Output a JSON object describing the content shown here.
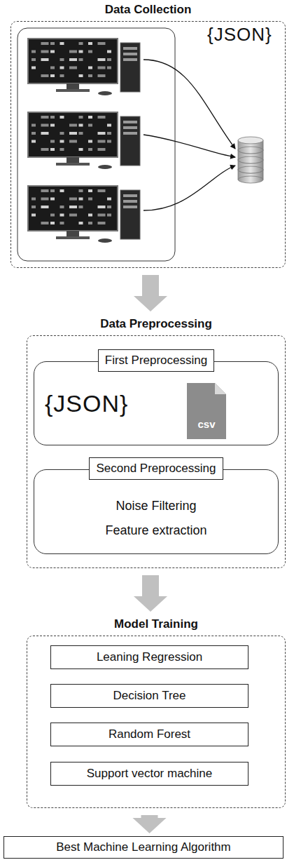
{
  "diagram": {
    "nodes": [
      {
        "text": [
          "Data Collection"
        ]
      },
      {
        "text": [
          "Data Preprocessing"
        ]
      },
      {
        "text": [
          "First Preprocessing"
        ],
        "in": 1
      },
      {
        "text": [
          "Second Preprocessing",
          "Noise Filtering",
          "Feature extraction"
        ],
        "in": 1
      },
      {
        "text": [
          "Model Training"
        ]
      },
      {
        "text": [
          "Leaning Regression"
        ],
        "in": 4
      },
      {
        "text": [
          "Decision Tree"
        ],
        "in": 4
      },
      {
        "text": [
          "Random Forest"
        ],
        "in": 4
      },
      {
        "text": [
          "Support vector machine"
        ],
        "in": 4
      },
      {
        "text": [
          "Best Machine Learning Algorithm"
        ]
      }
    ],
    "edges": [
      {
        "from": 0,
        "to": 1,
        "arrow": "to"
      },
      {
        "from": 1,
        "to": 4,
        "arrow": "to"
      },
      {
        "from": 4,
        "to": 9,
        "arrow": "to"
      }
    ],
    "labels": [
      "{JSON}",
      "{JSON}",
      "csv"
    ]
  }
}
